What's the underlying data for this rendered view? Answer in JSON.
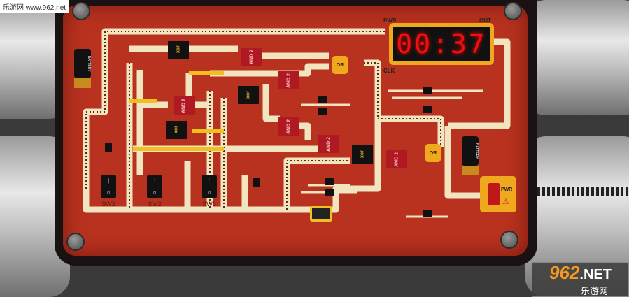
{
  "watermark_top": "乐游网 www.962.net",
  "watermark_bottom": {
    "brand": "962",
    "suffix": ".NET",
    "cn": "乐游网"
  },
  "timer": {
    "value": "00:37",
    "pwr_label": "PWR",
    "out_label": "OUT",
    "clk_label": "CLK"
  },
  "gates": [
    {
      "type": "xor",
      "label": "xor"
    },
    {
      "type": "and",
      "label": "AND 2"
    },
    {
      "type": "or",
      "label": "OR"
    },
    {
      "type": "and",
      "label": "AND 2"
    },
    {
      "type": "xor",
      "label": "xor"
    },
    {
      "type": "and",
      "label": "AND 2"
    },
    {
      "type": "xor",
      "label": "xor"
    },
    {
      "type": "and",
      "label": "AND 2"
    },
    {
      "type": "and",
      "label": "AND 2"
    },
    {
      "type": "xor",
      "label": "xor"
    },
    {
      "type": "and",
      "label": "AND 2"
    },
    {
      "type": "or",
      "label": "OR"
    }
  ],
  "switches": [
    {
      "label": "SW2",
      "state": "off"
    },
    {
      "label": "SW2",
      "state": "on"
    },
    {
      "label": "SW3",
      "state": "on"
    }
  ],
  "battery_label": "BATTERY",
  "power_module": {
    "label": "PWR",
    "warning_icon": "warning-triangle-icon"
  },
  "colors": {
    "board": "#b8321f",
    "trace": "#f1e4bf",
    "timer_digits": "#f01010",
    "gate_and": "#b01822",
    "gate_or": "#f0a81e"
  }
}
